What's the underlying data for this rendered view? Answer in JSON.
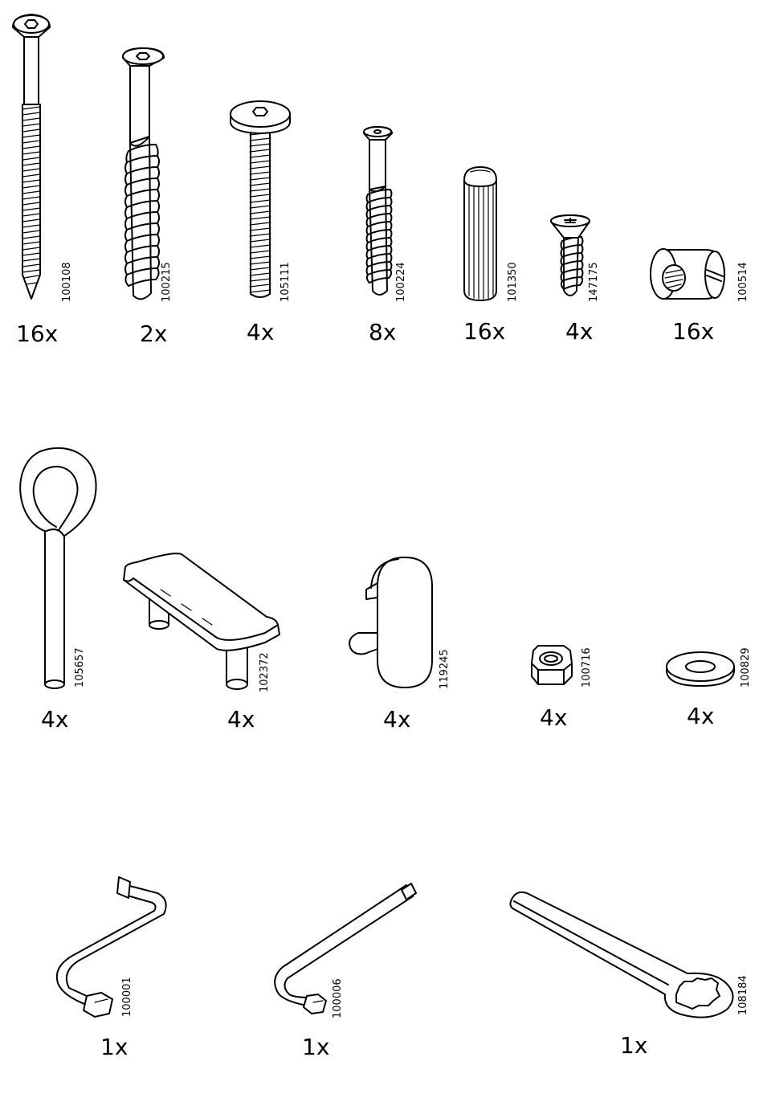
{
  "parts": [
    {
      "id": "p1",
      "code": "100108",
      "qty": "16x",
      "icon": "long-screw-icon"
    },
    {
      "id": "p2",
      "code": "100215",
      "qty": "2x",
      "icon": "coarse-screw-icon"
    },
    {
      "id": "p3",
      "code": "105111",
      "qty": "4x",
      "icon": "bolt-icon"
    },
    {
      "id": "p4",
      "code": "100224",
      "qty": "8x",
      "icon": "small-screw-icon"
    },
    {
      "id": "p5",
      "code": "101350",
      "qty": "16x",
      "icon": "dowel-icon"
    },
    {
      "id": "p6",
      "code": "147175",
      "qty": "4x",
      "icon": "phillips-screw-icon"
    },
    {
      "id": "p7",
      "code": "100514",
      "qty": "16x",
      "icon": "barrel-nut-icon"
    },
    {
      "id": "p8",
      "code": "105657",
      "qty": "4x",
      "icon": "eye-bolt-icon"
    },
    {
      "id": "p9",
      "code": "102372",
      "qty": "4x",
      "icon": "bracket-icon"
    },
    {
      "id": "p10",
      "code": "119245",
      "qty": "4x",
      "icon": "hook-icon"
    },
    {
      "id": "p11",
      "code": "100716",
      "qty": "4x",
      "icon": "hex-nut-icon"
    },
    {
      "id": "p12",
      "code": "100829",
      "qty": "4x",
      "icon": "washer-icon"
    },
    {
      "id": "p13",
      "code": "100001",
      "qty": "1x",
      "icon": "allen-key-large-icon"
    },
    {
      "id": "p14",
      "code": "100006",
      "qty": "1x",
      "icon": "allen-key-long-icon"
    },
    {
      "id": "p15",
      "code": "108184",
      "qty": "1x",
      "icon": "wrench-icon"
    }
  ]
}
